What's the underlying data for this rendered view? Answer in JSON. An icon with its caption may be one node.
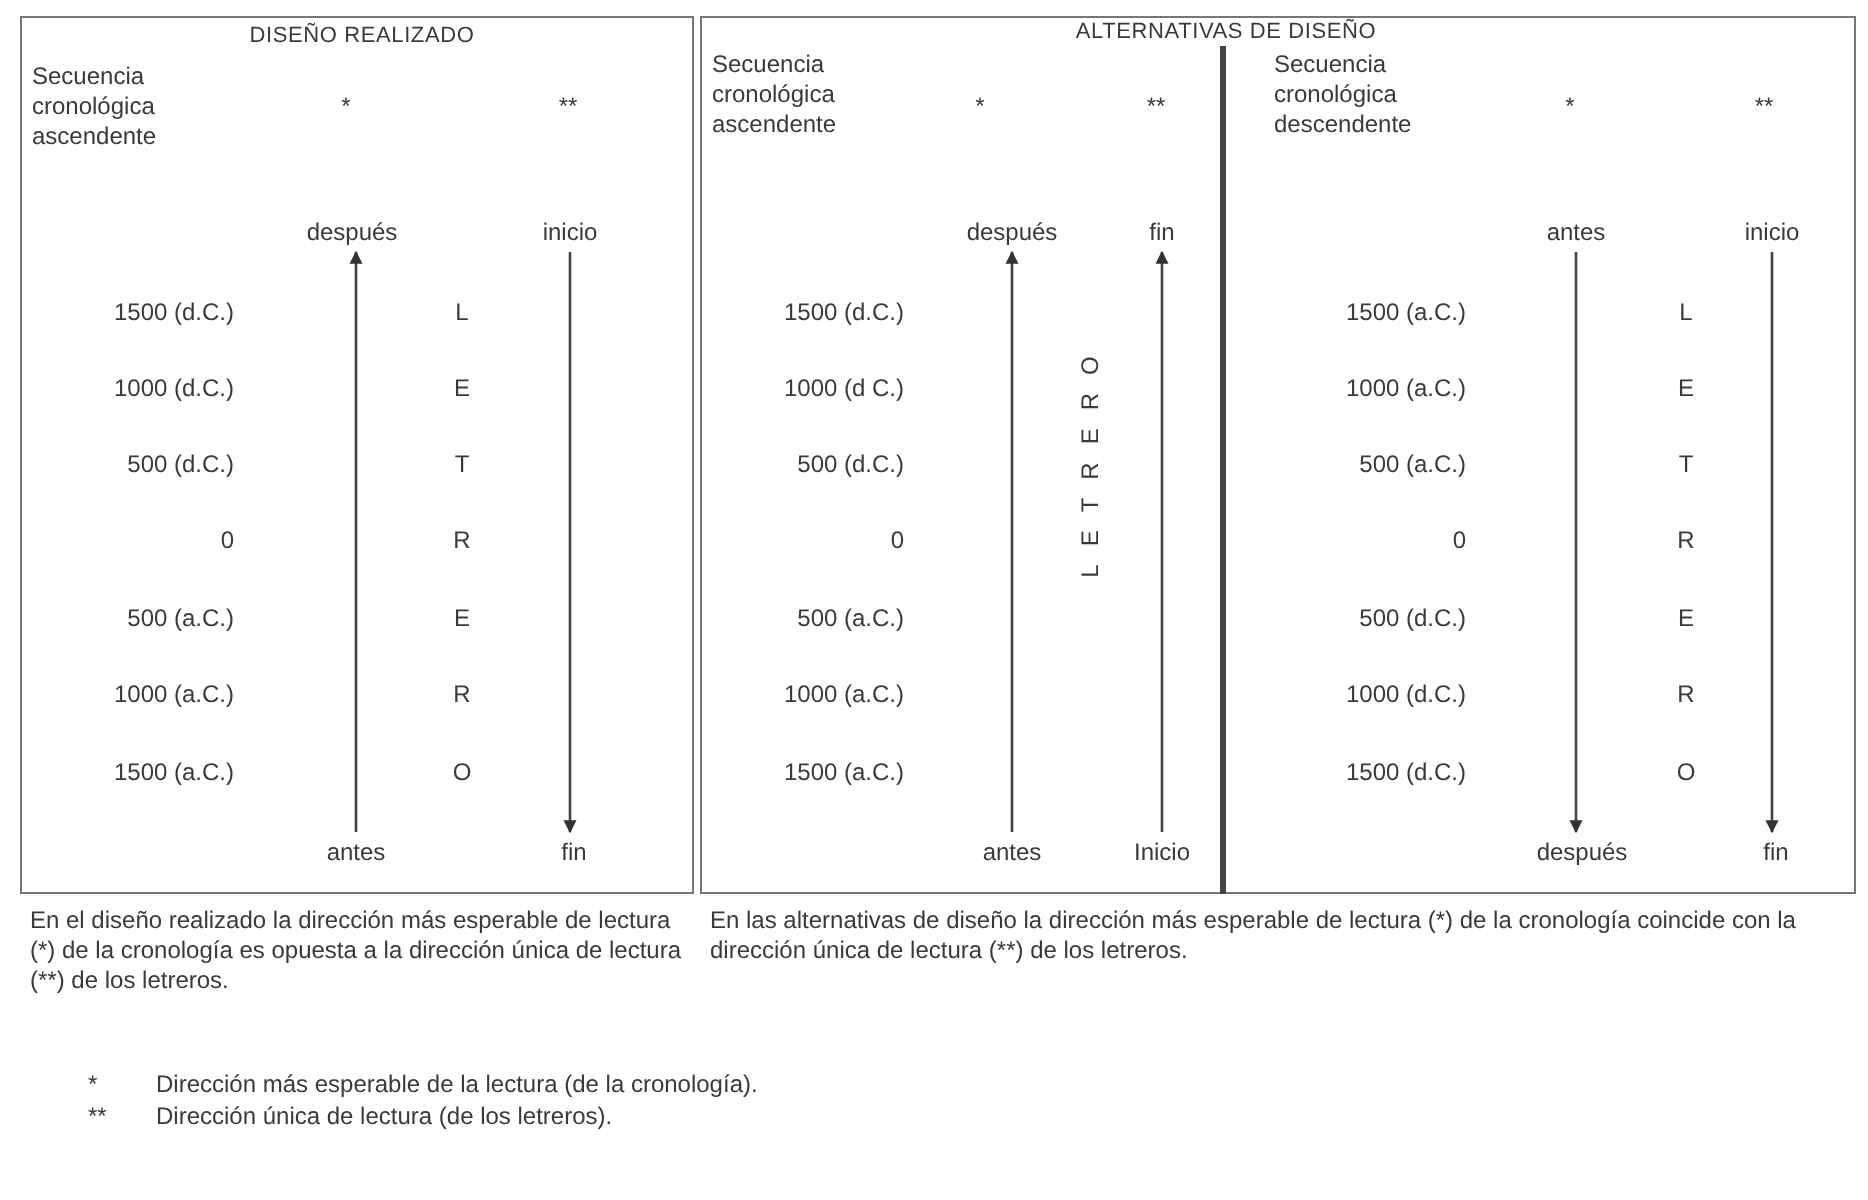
{
  "diagram": {
    "nodes": [
      {
        "text": [
          "DISEÑO REALIZADO",
          "Secuencia cronológica ascendente"
        ]
      },
      {
        "text": [
          "después"
        ],
        "in": 0
      },
      {
        "text": [
          "inicio"
        ],
        "in": 0
      },
      {
        "text": [
          "antes"
        ],
        "in": 0
      },
      {
        "text": [
          "fin"
        ],
        "in": 0
      },
      {
        "text": [
          "ALTERNATIVAS DE DISEÑO"
        ]
      },
      {
        "text": [
          "Secuencia cronológica ascendente"
        ],
        "in": 5
      },
      {
        "text": [
          "después"
        ],
        "in": 6
      },
      {
        "text": [
          "fin"
        ],
        "in": 6
      },
      {
        "text": [
          "antes"
        ],
        "in": 6
      },
      {
        "text": [
          "Inicio"
        ],
        "in": 6
      },
      {
        "text": [
          "Secuencia cronológica descendente"
        ],
        "in": 5
      },
      {
        "text": [
          "antes"
        ],
        "in": 11
      },
      {
        "text": [
          "inicio"
        ],
        "in": 11
      },
      {
        "text": [
          "después"
        ],
        "in": 11
      },
      {
        "text": [
          "fin"
        ],
        "in": 11
      }
    ],
    "edges": [
      {
        "from": 3,
        "to": 1,
        "arrow": "to"
      },
      {
        "from": 2,
        "to": 4,
        "arrow": "to"
      },
      {
        "from": 9,
        "to": 7,
        "arrow": "to"
      },
      {
        "from": 10,
        "to": 8,
        "arrow": "to"
      },
      {
        "from": 12,
        "to": 14,
        "arrow": "to"
      },
      {
        "from": 13,
        "to": 15,
        "arrow": "to"
      }
    ],
    "labels": [
      "*",
      "**",
      "*",
      "**",
      "*",
      "**",
      "1500 (d.C.)",
      "L",
      "1000 (d.C.)",
      "E",
      "500 (d.C.)",
      "T",
      "0",
      "R",
      "500 (a.C.)",
      "E",
      "1000 (a.C.)",
      "R",
      "1500 (a.C.)",
      "O",
      "1500 (d.C.)",
      "1000 (d C.)",
      "500 (d.C.)",
      "0",
      "500 (a.C.)",
      "1000 (a.C.)",
      "1500 (a.C.)",
      "LETRERO",
      "1500 (a.C.)",
      "L",
      "1000 (a.C.)",
      "E",
      "500 (a.C.)",
      "T",
      "0",
      "R",
      "500 (d.C.)",
      "E",
      "1000 (d.C.)",
      "R",
      "1500 (d.C.)",
      "O",
      "En el diseño realizado la dirección más esperable de lectura (*) de la cronología es opuesta a la dirección única de lectura (**) de los letreros.",
      "En las alternativas de diseño la dirección más esperable de lectura (*) de la cronología coincide con la dirección única de lectura (**) de los letreros.",
      "*",
      "Dirección más esperable de la lectura (de la cronología).",
      "**",
      "Dirección única de lectura (de los letreros)."
    ]
  }
}
